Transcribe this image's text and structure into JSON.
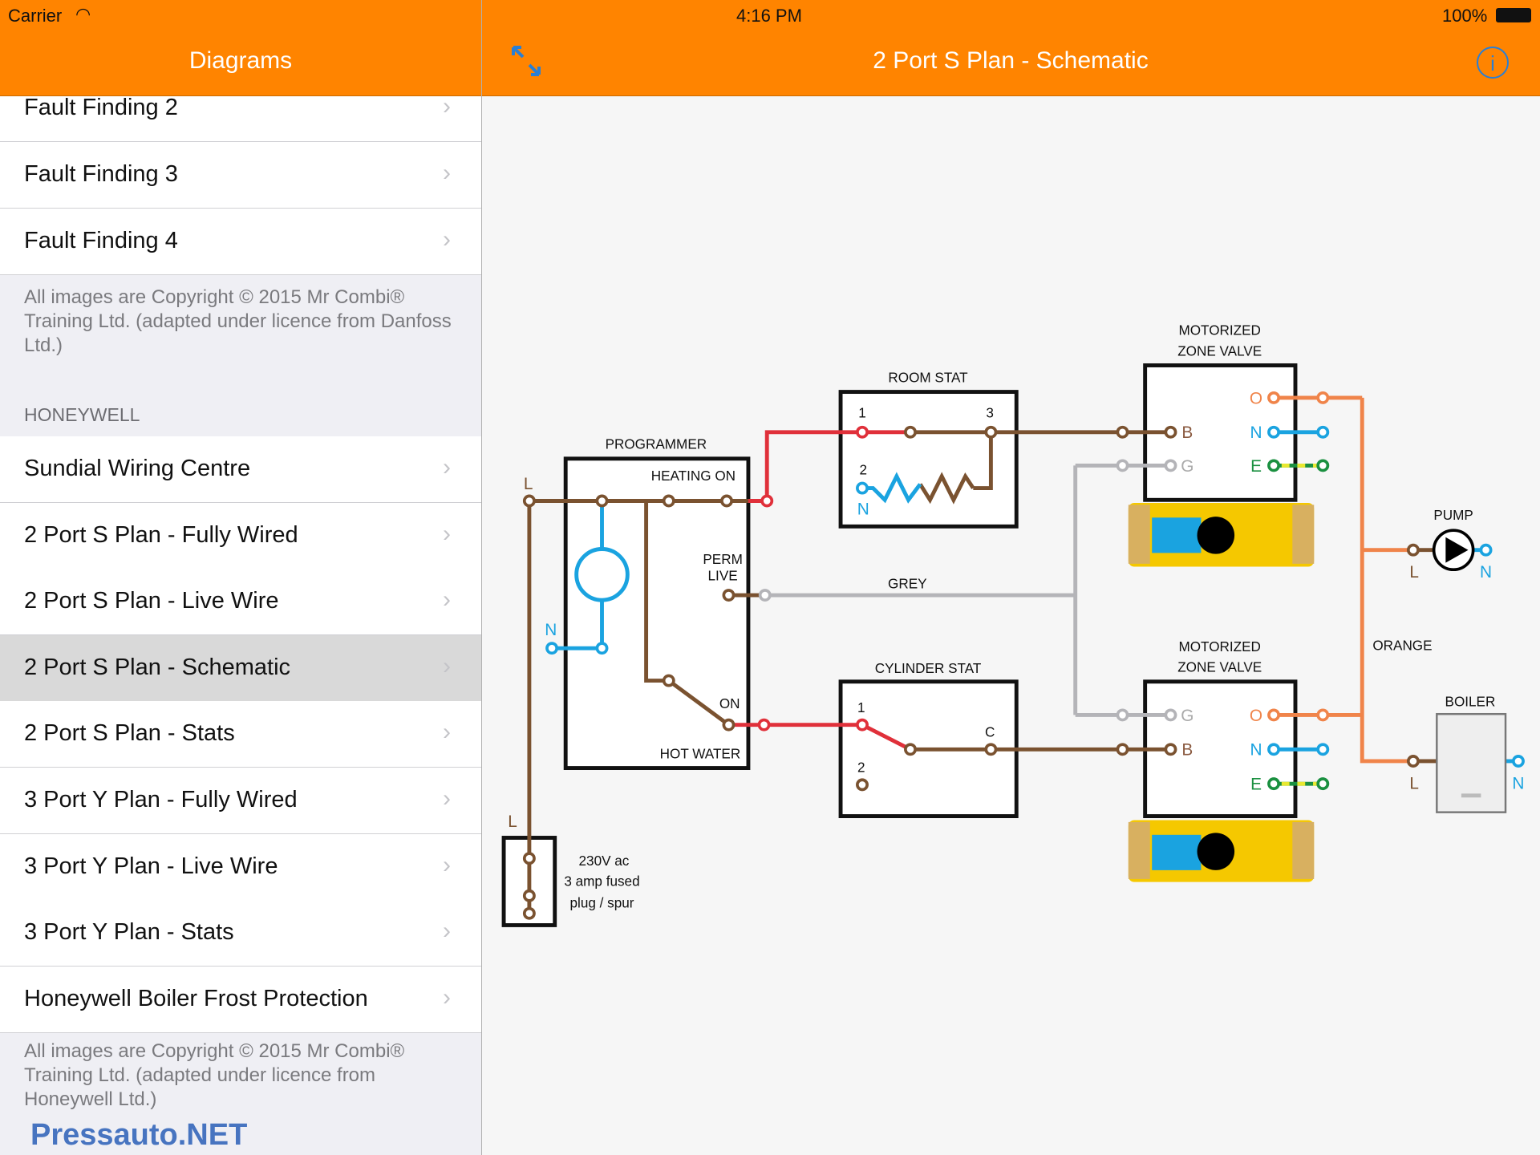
{
  "status": {
    "carrier": "Carrier",
    "time": "4:16 PM",
    "battery": "100%"
  },
  "nav": {
    "left_title": "Diagrams",
    "title": "2 Port S Plan - Schematic",
    "expand_icon": "expand-arrows-icon",
    "info_icon": "info-icon",
    "accent": "#ff8400"
  },
  "sidebar": {
    "top_items": [
      {
        "label": "Fault Finding 2"
      },
      {
        "label": "Fault Finding 3"
      },
      {
        "label": "Fault Finding 4"
      }
    ],
    "footer1": "All images are Copyright © 2015 Mr Combi® Training Ltd. (adapted under licence from Danfoss Ltd.)",
    "section": "HONEYWELL",
    "items": [
      {
        "label": "Sundial Wiring Centre"
      },
      {
        "label": "2 Port S Plan - Fully Wired"
      },
      {
        "label": "2 Port S Plan - Live Wire"
      },
      {
        "label": "2 Port S Plan - Schematic",
        "selected": true
      },
      {
        "label": "2 Port S Plan - Stats"
      },
      {
        "label": "3 Port Y Plan - Fully Wired"
      },
      {
        "label": "3 Port Y Plan - Live Wire"
      },
      {
        "label": "3 Port Y Plan - Stats"
      },
      {
        "label": "Honeywell Boiler Frost Protection"
      }
    ],
    "footer2": "All images are Copyright © 2015 Mr Combi® Training Ltd. (adapted under licence from Honeywell Ltd.)"
  },
  "watermark": "Pressauto.NET",
  "diagram": {
    "programmer": "PROGRAMMER",
    "heating_on": "HEATING  ON",
    "perm": "PERM",
    "live": "LIVE",
    "on": "ON",
    "hot_water": "HOT WATER",
    "l": "L",
    "n": "N",
    "grey": "GREY",
    "orange": "ORANGE",
    "room_stat": "ROOM STAT",
    "cylinder_stat": "CYLINDER STAT",
    "t1": "1",
    "t2": "2",
    "t3": "3",
    "tc": "C",
    "zone_valve_1": "MOTORIZED",
    "zone_valve_2": "ZONE VALVE",
    "b": "B",
    "g": "G",
    "o": "O",
    "e": "E",
    "pump": "PUMP",
    "boiler": "BOILER",
    "plug1": "230V ac",
    "plug2": "3 amp fused",
    "plug3": "plug / spur",
    "colors": {
      "brown": "#7a5230",
      "red": "#e0303a",
      "blue": "#1aa3e0",
      "grey": "#b4b4b8",
      "orange": "#f0844a",
      "green": "#1a9040"
    }
  }
}
